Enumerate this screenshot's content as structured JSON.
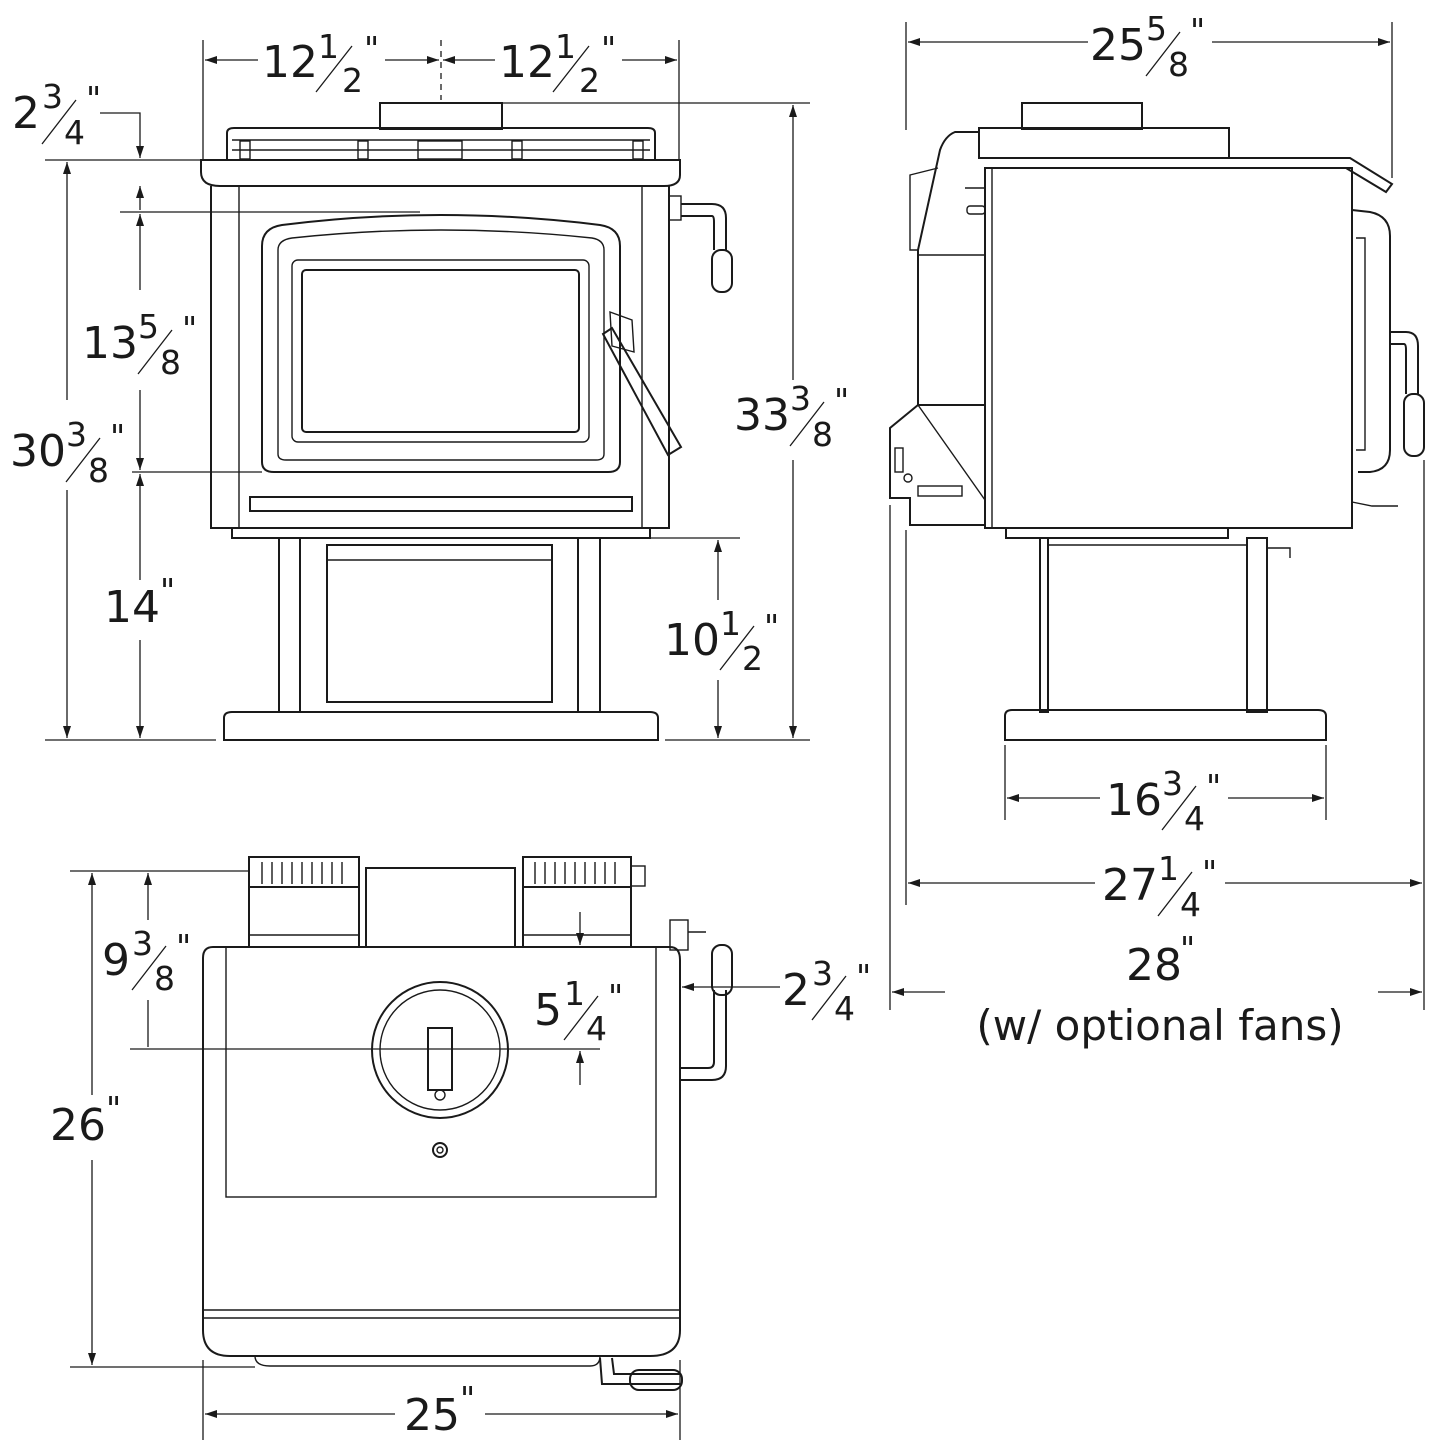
{
  "colors": {
    "line": "#1a1a1a",
    "background": "#ffffff"
  },
  "dimensions": {
    "front_half_width_left": {
      "whole": "12",
      "num": "1",
      "den": "2",
      "unit": "\""
    },
    "front_half_width_right": {
      "whole": "12",
      "num": "1",
      "den": "2",
      "unit": "\""
    },
    "top_to_flue": {
      "whole": "2",
      "num": "3",
      "den": "4",
      "unit": "\""
    },
    "door_height": {
      "whole": "13",
      "num": "5",
      "den": "8",
      "unit": "\""
    },
    "height_to_top": {
      "whole": "30",
      "num": "3",
      "den": "8",
      "unit": "\""
    },
    "height_to_door_bottom": {
      "whole": "14",
      "num": "",
      "den": "",
      "unit": "\""
    },
    "pedestal_height": {
      "whole": "10",
      "num": "1",
      "den": "2",
      "unit": "\""
    },
    "overall_height": {
      "whole": "33",
      "num": "3",
      "den": "8",
      "unit": "\""
    },
    "side_top_depth": {
      "whole": "25",
      "num": "5",
      "den": "8",
      "unit": "\""
    },
    "base_depth": {
      "whole": "16",
      "num": "3",
      "den": "4",
      "unit": "\""
    },
    "overall_depth": {
      "whole": "27",
      "num": "1",
      "den": "4",
      "unit": "\""
    },
    "depth_with_fans": {
      "whole": "28",
      "num": "",
      "den": "",
      "unit": "\"",
      "note": "(w/ optional fans)"
    },
    "top_fan_offset": {
      "whole": "9",
      "num": "3",
      "den": "8",
      "unit": "\""
    },
    "handle_offset": {
      "whole": "2",
      "num": "3",
      "den": "4",
      "unit": "\""
    },
    "flue_center_offset": {
      "whole": "5",
      "num": "1",
      "den": "4",
      "unit": "\""
    },
    "plan_depth": {
      "whole": "26",
      "num": "",
      "den": "",
      "unit": "\""
    },
    "plan_width": {
      "whole": "25",
      "num": "",
      "den": "",
      "unit": "\""
    }
  }
}
